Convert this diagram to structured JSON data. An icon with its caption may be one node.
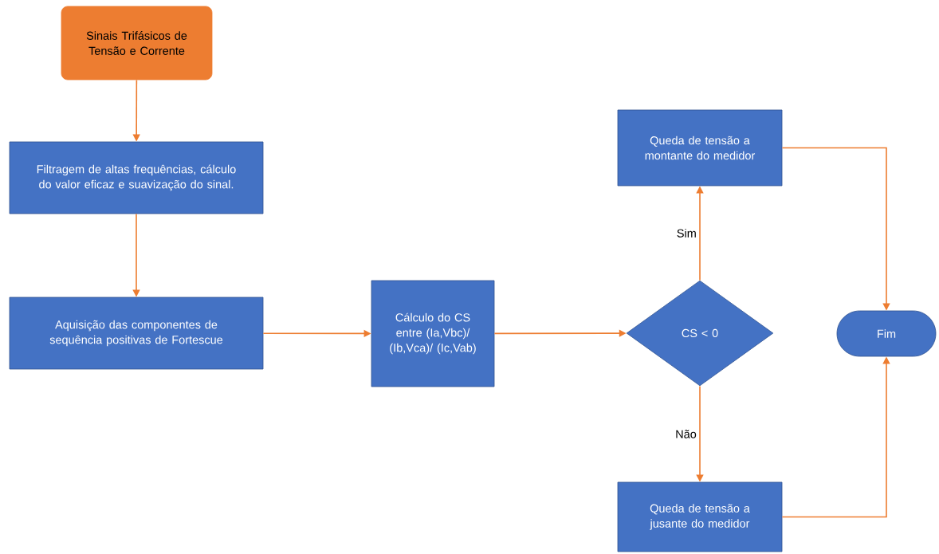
{
  "diagram": {
    "nodes": [
      {
        "text": [
          "Sinais Trifásicos de Tensão e Corrente"
        ]
      },
      {
        "text": [
          "Filtragem de altas frequências, cálculo do valor eficaz e suavização do sinal."
        ]
      },
      {
        "text": [
          "Aquisição das componentes de sequência positivas de Fortescue"
        ]
      },
      {
        "text": [
          "Cálculo do CS entre (Ia,Vbc)/ (Ib,Vca)/ (Ic,Vab)"
        ]
      },
      {
        "text": [
          "CS < 0"
        ]
      },
      {
        "text": [
          "Queda de tensão a montante do medidor"
        ]
      },
      {
        "text": [
          "Queda de tensão a jusante do medidor"
        ]
      },
      {
        "text": [
          "Fim"
        ]
      }
    ],
    "edges": [
      {
        "from": 0,
        "to": 1,
        "arrow": "to"
      },
      {
        "from": 1,
        "to": 2,
        "arrow": "to"
      },
      {
        "from": 2,
        "to": 3,
        "arrow": "to"
      },
      {
        "from": 3,
        "to": 4,
        "arrow": "to"
      },
      {
        "from": 4,
        "to": 5,
        "arrow": "to",
        "label": "Sim"
      },
      {
        "from": 4,
        "to": 6,
        "arrow": "to",
        "label": "Não"
      },
      {
        "from": 5,
        "to": 7,
        "arrow": "to"
      },
      {
        "from": 6,
        "to": 7,
        "arrow": "to"
      }
    ]
  }
}
